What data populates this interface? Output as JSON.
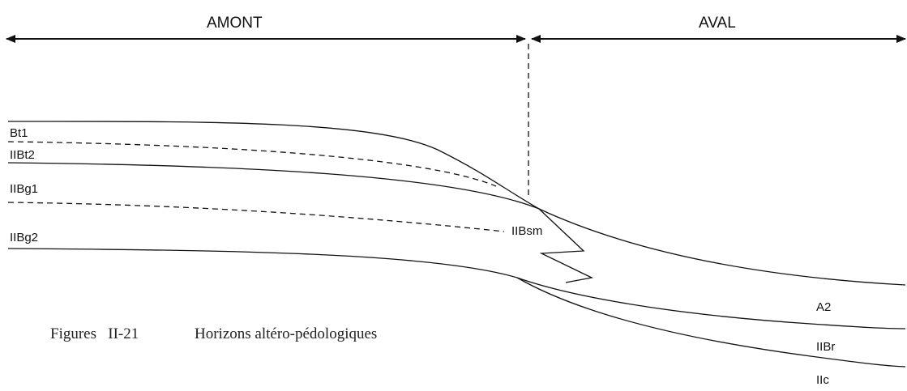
{
  "zones": {
    "upslope": "AMONT",
    "downslope": "AVAL"
  },
  "horizons": {
    "bt1": "Bt1",
    "iibt2": "IIBt2",
    "iibg1": "IIBg1",
    "iibg2": "IIBg2",
    "iibsm": "IIBsm",
    "a2": "A2",
    "iibr": "IIBr",
    "iic": "IIc"
  },
  "caption": {
    "number": "Figures   II-21",
    "title": "Horizons altéro-pédologiques"
  }
}
